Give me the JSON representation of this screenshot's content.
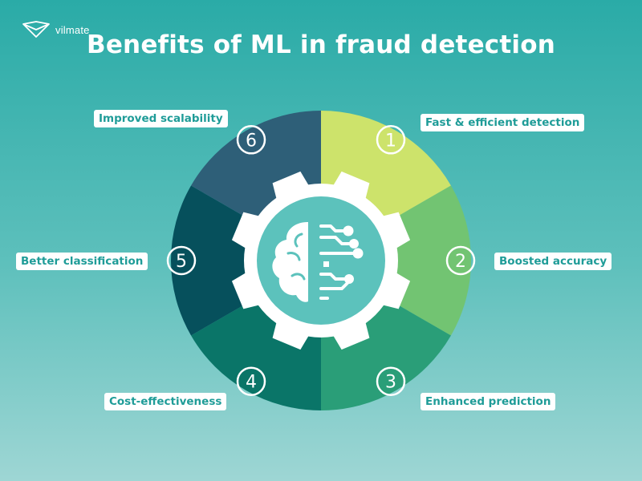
{
  "brand": {
    "name": "vilmate"
  },
  "title": "Benefits of ML in fraud detection",
  "benefits": [
    {
      "number": "1",
      "label": "Fast & efficient detection",
      "color": "#cde36b"
    },
    {
      "number": "2",
      "label": "Boosted accuracy",
      "color": "#72c472"
    },
    {
      "number": "3",
      "label": "Enhanced prediction",
      "color": "#2a9e78"
    },
    {
      "number": "4",
      "label": "Cost-effectiveness",
      "color": "#0a7568"
    },
    {
      "number": "5",
      "label": "Better classification",
      "color": "#06505c"
    },
    {
      "number": "6",
      "label": "Improved scalability",
      "color": "#2e5f78"
    }
  ],
  "center": {
    "icon": "brain-circuit-icon",
    "gear_color": "#ffffff",
    "inner_color": "#5cc2bc"
  }
}
